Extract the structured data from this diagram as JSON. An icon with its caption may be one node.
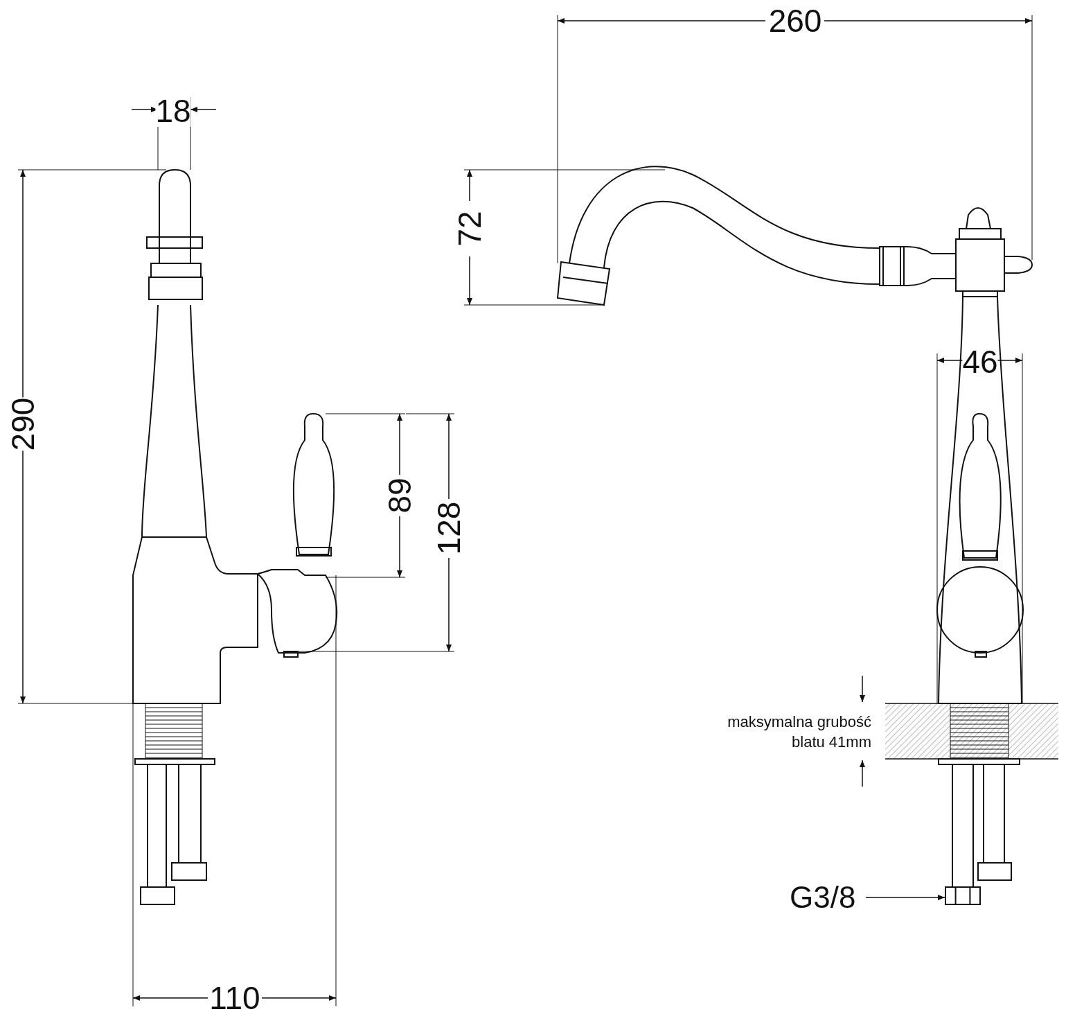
{
  "diagram": {
    "nodes": [
      {
        "text": [
          "G3/8"
        ]
      },
      {
        "text": [],
        "shape": "picture"
      }
    ],
    "edges": [
      {
        "from": 0,
        "to": 1,
        "arrow": "to"
      }
    ],
    "labels": [
      "260",
      "18",
      "72",
      "46",
      "290",
      "89",
      "128",
      "maksymalna grubość blatu 41mm",
      "110"
    ]
  }
}
